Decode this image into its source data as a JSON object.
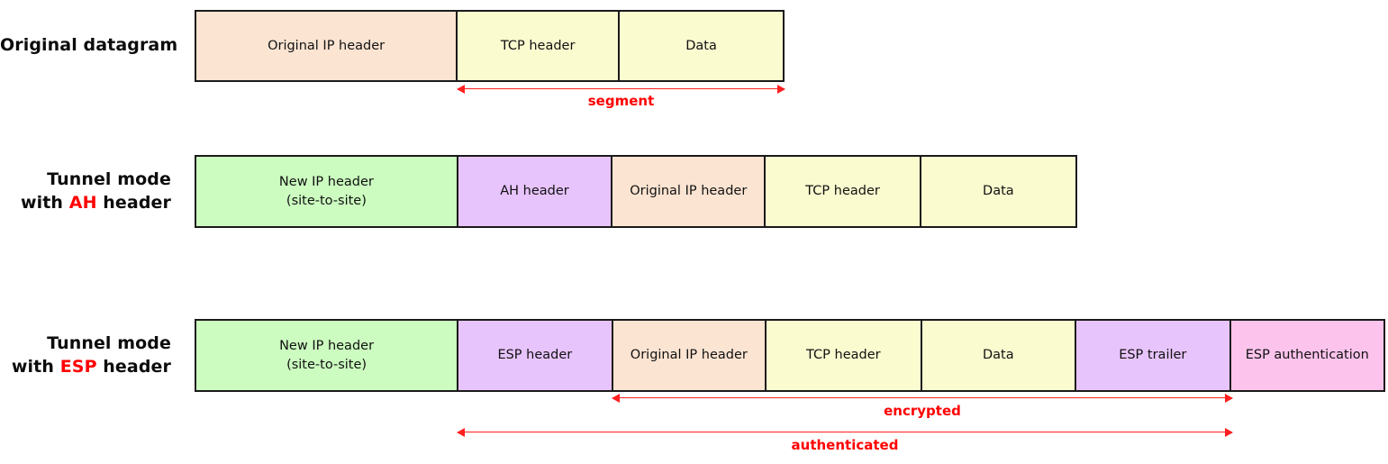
{
  "diagram": {
    "title": "IPsec tunnel mode packet formats",
    "colors": {
      "ip_header_peach": "#fce4d2",
      "payload_cream": "#fbfbd0",
      "new_ip_green": "#ccfcc0",
      "security_purple": "#e8c4fc",
      "auth_pink": "#fcc4ec",
      "border": "#1a1a1a",
      "accent_red": "#ff0000",
      "background": "#ffffff"
    },
    "rows": [
      {
        "id": "original-datagram",
        "label_lines": [
          {
            "text": "Original datagram",
            "highlight": ""
          }
        ],
        "cells": [
          {
            "name": "original-ip-header",
            "line1": "Original IP header",
            "line2": "",
            "color_key": "ip_header_peach"
          },
          {
            "name": "tcp-header",
            "line1": "TCP header",
            "line2": "",
            "color_key": "payload_cream"
          },
          {
            "name": "data",
            "line1": "Data",
            "line2": "",
            "color_key": "payload_cream"
          }
        ],
        "measures": [
          {
            "name": "segment",
            "label": "segment",
            "arrow_left": true,
            "arrow_right": true
          }
        ]
      },
      {
        "id": "tunnel-mode-ah",
        "label_lines": [
          {
            "text": "Tunnel mode",
            "highlight": ""
          },
          {
            "text": "with ",
            "highlight": "AH",
            "text_after": " header"
          }
        ],
        "cells": [
          {
            "name": "new-ip-header",
            "line1": "New IP header",
            "line2": "(site-to-site)",
            "color_key": "new_ip_green"
          },
          {
            "name": "ah-header",
            "line1": "AH header",
            "line2": "",
            "color_key": "security_purple"
          },
          {
            "name": "original-ip-header",
            "line1": "Original IP header",
            "line2": "",
            "color_key": "ip_header_peach"
          },
          {
            "name": "tcp-header",
            "line1": "TCP header",
            "line2": "",
            "color_key": "payload_cream"
          },
          {
            "name": "data",
            "line1": "Data",
            "line2": "",
            "color_key": "payload_cream"
          }
        ],
        "measures": []
      },
      {
        "id": "tunnel-mode-esp",
        "label_lines": [
          {
            "text": "Tunnel mode",
            "highlight": ""
          },
          {
            "text": "with ",
            "highlight": "ESP",
            "text_after": " header"
          }
        ],
        "cells": [
          {
            "name": "new-ip-header",
            "line1": "New IP header",
            "line2": "(site-to-site)",
            "color_key": "new_ip_green"
          },
          {
            "name": "esp-header",
            "line1": "ESP header",
            "line2": "",
            "color_key": "security_purple"
          },
          {
            "name": "original-ip-header",
            "line1": "Original IP header",
            "line2": "",
            "color_key": "ip_header_peach"
          },
          {
            "name": "tcp-header",
            "line1": "TCP header",
            "line2": "",
            "color_key": "payload_cream"
          },
          {
            "name": "data",
            "line1": "Data",
            "line2": "",
            "color_key": "payload_cream"
          },
          {
            "name": "esp-trailer",
            "line1": "ESP trailer",
            "line2": "",
            "color_key": "security_purple"
          },
          {
            "name": "esp-authentication",
            "line1": "ESP authentication",
            "line2": "",
            "color_key": "auth_pink"
          }
        ],
        "measures": [
          {
            "name": "encrypted",
            "label": "encrypted",
            "arrow_left": true,
            "arrow_right": true
          },
          {
            "name": "authenticated",
            "label": "authenticated",
            "arrow_left": true,
            "arrow_right": true
          }
        ]
      }
    ]
  },
  "labels": {
    "r1_l1": "Original datagram",
    "r2_l1": "Tunnel mode",
    "r2_l2a": "with ",
    "r2_hl": "AH",
    "r2_l2b": " header",
    "r3_l1": "Tunnel mode",
    "r3_l2a": "with ",
    "r3_hl": "ESP",
    "r3_l2b": " header"
  },
  "cells": {
    "r1c1": "Original IP header",
    "r1c2": "TCP header",
    "r1c3": "Data",
    "r2c1a": "New IP header",
    "r2c1b": "(site-to-site)",
    "r2c2": "AH header",
    "r2c3": "Original IP header",
    "r2c4": "TCP header",
    "r2c5": "Data",
    "r3c1a": "New IP header",
    "r3c1b": "(site-to-site)",
    "r3c2": "ESP header",
    "r3c3": "Original IP header",
    "r3c4": "TCP header",
    "r3c5": "Data",
    "r3c6": "ESP trailer",
    "r3c7": "ESP authentication"
  },
  "measures": {
    "segment": "segment",
    "encrypted": "encrypted",
    "authenticated": "authenticated"
  }
}
